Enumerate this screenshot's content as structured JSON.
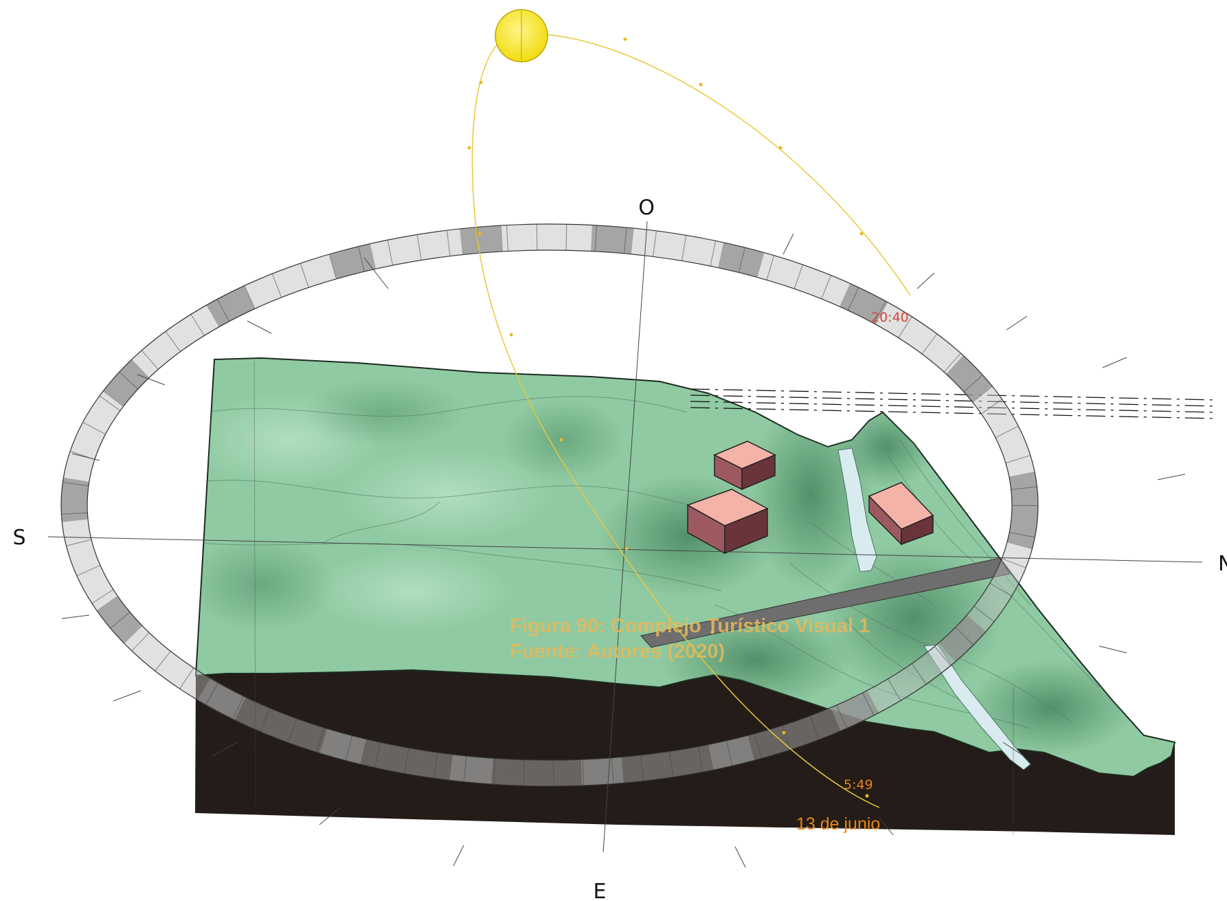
{
  "compass": {
    "north": "N",
    "south": "S",
    "east": "E",
    "west": "O"
  },
  "sun_path": {
    "sunset_time": "20:40",
    "sunrise_time": "5:49",
    "date": "13 de junio"
  },
  "caption": {
    "line1": "Figura 90:  Complejo Turístico Visual 1",
    "line2": "Fuente: Autores (2020)"
  },
  "colors": {
    "terrain": "#8fcaa2",
    "terrain_dark": "#4f8f66",
    "soil": "#231c18",
    "building_top": "#f4b3a8",
    "building_side": "#7a4047",
    "river": "#d8ecef",
    "road": "#6e6e6e",
    "sun": "#f5e51f",
    "sun_path": "#e8c93a",
    "time_sunset": "#d9443c",
    "time_sunrise": "#e8861a",
    "caption": "#e6b85a"
  },
  "icons": {
    "sun": "sun-icon"
  }
}
